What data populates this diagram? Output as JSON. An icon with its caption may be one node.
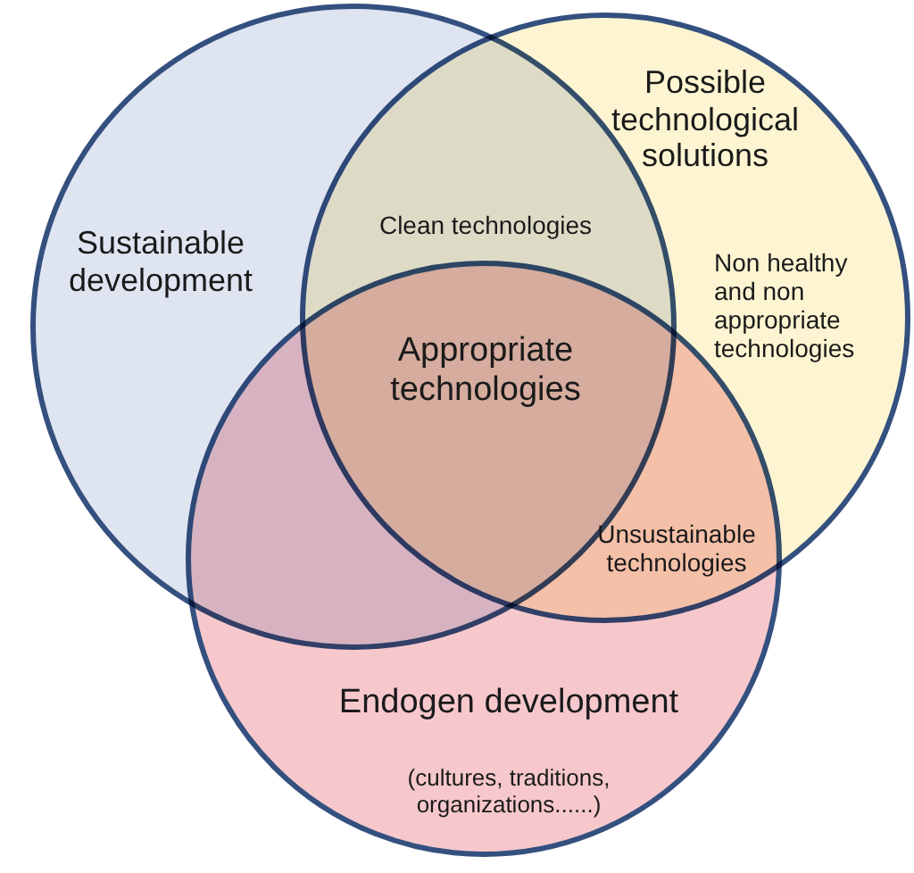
{
  "diagram": {
    "nodes": [
      {
        "text": [
          "Sustainable development"
        ]
      },
      {
        "text": [
          "Possible technological solutions",
          "Non healthy and non appropriate technologies"
        ]
      },
      {
        "text": [
          "Endogen development",
          "(cultures, traditions, organizations......)"
        ]
      }
    ],
    "labels": [
      "Clean technologies",
      "Appropriate technologies",
      "Unsustainable technologies"
    ]
  }
}
